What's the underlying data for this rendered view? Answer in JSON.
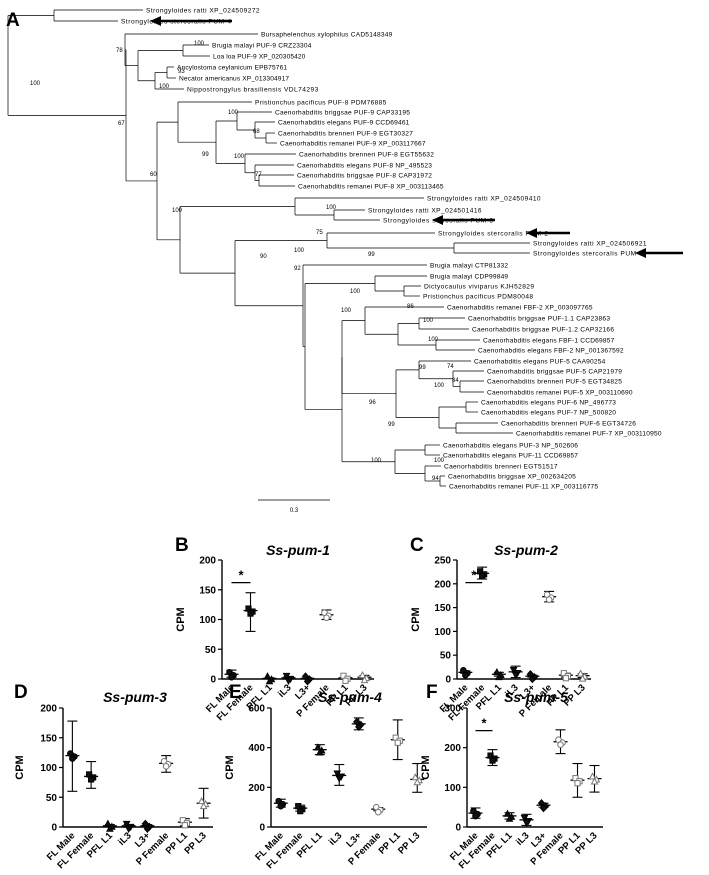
{
  "figure": {
    "panel_a": {
      "label": "A",
      "scale_bar_label": "0.3",
      "taxa": [
        "Strongyloides ratti XP_024509272",
        "Strongyloides stercoralis PUM-4",
        "Bursaphelenchus xylophilus CAD5148349",
        "Brugia malayi PUF-9 CRZ23304",
        "Loa loa PUF-9 XP_020305420",
        "Ancylostoma ceylanicum EPB75761",
        "Necator americanus XP_013304917",
        "Nippostrongylus brasiliensis VDL74293",
        "Pristionchus pacificus PUF-8 PDM76885",
        "Caenorhabditis briggsae PUF-9 CAP33195",
        "Caenorhabditis elegans PUF-9 CCD69461",
        "Caenorhabditis brenneri PUF-9 EGT30327",
        "Caenorhabditis remanei PUF-9 XP_003117667",
        "Caenorhabditis brenneri PUF-8 EGT55632",
        "Caenorhabditis elegans PUF-8 NP_495523",
        "Caenorhabditis briggsae PUF-8 CAP31972",
        "Caenorhabditis remanei PUF-8 XP_003113465",
        "Strongyloides ratti XP_024509410",
        "Strongyloides ratti XP_024501416",
        "Strongyloides stercoralis PUM-3",
        "Strongyloides stercoralis PUM-2",
        "Strongyloides ratti XP_024506921",
        "Strongyloides stercoralis PUM-1",
        "Brugia malayi CTP81332",
        "Brugia malayi CDP99849",
        "Dictyocaulus viviparus KJH52829",
        "Pristionchus pacificus PDM80048",
        "Caenorhabditis remanei FBF-2 XP_003097765",
        "Caenorhabditis briggsae PUF-1.1 CAP23863",
        "Caenorhabditis briggsae PUF-1.2 CAP32166",
        "Caenorhabditis elegans FBF-1 CCD69857",
        "Caenorhabditis elegans FBF-2 NP_001367592",
        "Caenorhabditis elegans PUF-5 CAA90254",
        "Caenorhabditis briggsae PUF-5 CAP21979",
        "Caenorhabditis brenneri PUF-5 EGT34825",
        "Caenorhabditis remanei PUF-5 XP_003110690",
        "Caenorhabditis elegans PUF-6 NP_496773",
        "Caenorhabditis elegans PUF-7 NP_500820",
        "Caenorhabditis brenneri PUF-6 EGT34726",
        "Caenorhabditis remanei PUF-7 XP_003110950",
        "Caenorhabditis elegans PUF-3 NP_502606",
        "Caenorhabditis elegans PUF-11 CCD69857",
        "Caenorhabditis brenneri EGT51517",
        "Caenorhabditis briggsae XP_002634205",
        "Caenorhabditis remanei PUF-11 XP_003116775"
      ],
      "bootstrap_values": [
        "100",
        "78",
        "100",
        "93",
        "100",
        "67",
        "68",
        "100",
        "77",
        "99",
        "100",
        "60",
        "100",
        "100",
        "75",
        "90",
        "100",
        "99",
        "92",
        "100",
        "100",
        "86",
        "100",
        "100",
        "99",
        "74",
        "84",
        "100",
        "99",
        "96",
        "100",
        "100",
        "94"
      ]
    },
    "panels": [
      {
        "label": "B",
        "gene": "Ss-pum-1",
        "y_label": "CPM",
        "ylim": [
          0,
          200
        ],
        "yticks": [
          "0",
          "50",
          "100",
          "150",
          "200"
        ],
        "star": "*"
      },
      {
        "label": "C",
        "gene": "Ss-pum-2",
        "y_label": "CPM",
        "ylim": [
          0,
          250
        ],
        "yticks": [
          "0",
          "50",
          "100",
          "150",
          "200",
          "250"
        ],
        "star": "*"
      },
      {
        "label": "D",
        "gene": "Ss-pum-3",
        "y_label": "CPM",
        "ylim": [
          0,
          200
        ],
        "yticks": [
          "0",
          "50",
          "100",
          "150",
          "200"
        ],
        "star": ""
      },
      {
        "label": "E",
        "gene": "Ss-pum-4",
        "y_label": "CPM",
        "ylim": [
          0,
          600
        ],
        "yticks": [
          "0",
          "200",
          "400",
          "600"
        ],
        "star": ""
      },
      {
        "label": "F",
        "gene": "Ss-pum-5",
        "y_label": "CPM",
        "ylim": [
          0,
          300
        ],
        "yticks": [
          "0",
          "100",
          "200",
          "300"
        ],
        "star": "*"
      }
    ]
  },
  "chart_data": [
    {
      "type": "scatter",
      "title": "Ss-pum-1",
      "ylabel": "CPM",
      "ylim": [
        0,
        200
      ],
      "categories": [
        "FL Male",
        "FL Female",
        "PFL L1",
        "iL3",
        "L3+",
        "P Female",
        "PP L1",
        "PP L3"
      ],
      "values": [
        8,
        115,
        1,
        2,
        1,
        108,
        2,
        3
      ],
      "error": [
        [
          3,
          15
        ],
        [
          80,
          145
        ],
        [
          0,
          2
        ],
        [
          0,
          4
        ],
        [
          0,
          2
        ],
        [
          100,
          116
        ],
        [
          0,
          4
        ],
        [
          0,
          6
        ]
      ]
    },
    {
      "type": "scatter",
      "title": "Ss-pum-2",
      "ylabel": "CPM",
      "ylim": [
        0,
        250
      ],
      "categories": [
        "FL Male",
        "FL Female",
        "PFL L1",
        "iL3",
        "L3+",
        "P Female",
        "PP L1",
        "PP L3"
      ],
      "values": [
        14,
        222,
        10,
        15,
        6,
        173,
        8,
        7
      ],
      "error": [
        [
          12,
          17
        ],
        [
          210,
          235
        ],
        [
          6,
          14
        ],
        [
          3,
          27
        ],
        [
          4,
          8
        ],
        [
          162,
          184
        ],
        [
          4,
          12
        ],
        [
          3,
          11
        ]
      ]
    },
    {
      "type": "scatter",
      "title": "Ss-pum-3",
      "ylabel": "CPM",
      "ylim": [
        0,
        200
      ],
      "categories": [
        "FL Male",
        "FL Female",
        "PFL L1",
        "iL3",
        "L3+",
        "P Female",
        "PP L1",
        "PP L3"
      ],
      "values": [
        120,
        85,
        2,
        2,
        2,
        107,
        8,
        40
      ],
      "error": [
        [
          60,
          178
        ],
        [
          65,
          110
        ],
        [
          0,
          4
        ],
        [
          0,
          4
        ],
        [
          0,
          4
        ],
        [
          92,
          120
        ],
        [
          2,
          14
        ],
        [
          15,
          65
        ]
      ]
    },
    {
      "type": "scatter",
      "title": "Ss-pum-4",
      "ylabel": "CPM",
      "ylim": [
        0,
        600
      ],
      "categories": [
        "FL Male",
        "FL Female",
        "PFL L1",
        "iL3",
        "L3+",
        "P Female",
        "PP L1",
        "PP L3"
      ],
      "values": [
        120,
        95,
        390,
        260,
        520,
        90,
        440,
        240
      ],
      "error": [
        [
          100,
          140
        ],
        [
          80,
          110
        ],
        [
          365,
          415
        ],
        [
          210,
          315
        ],
        [
          490,
          550
        ],
        [
          82,
          98
        ],
        [
          340,
          540
        ],
        [
          175,
          320
        ]
      ]
    },
    {
      "type": "scatter",
      "title": "Ss-pum-5",
      "ylabel": "CPM",
      "ylim": [
        0,
        300
      ],
      "categories": [
        "FL Male",
        "FL Female",
        "PFL L1",
        "iL3",
        "L3+",
        "P Female",
        "PP L1",
        "PP L3"
      ],
      "values": [
        35,
        175,
        28,
        18,
        55,
        215,
        118,
        122
      ],
      "error": [
        [
          22,
          48
        ],
        [
          155,
          195
        ],
        [
          20,
          36
        ],
        [
          4,
          32
        ],
        [
          50,
          60
        ],
        [
          185,
          245
        ],
        [
          75,
          160
        ],
        [
          88,
          155
        ]
      ]
    }
  ]
}
